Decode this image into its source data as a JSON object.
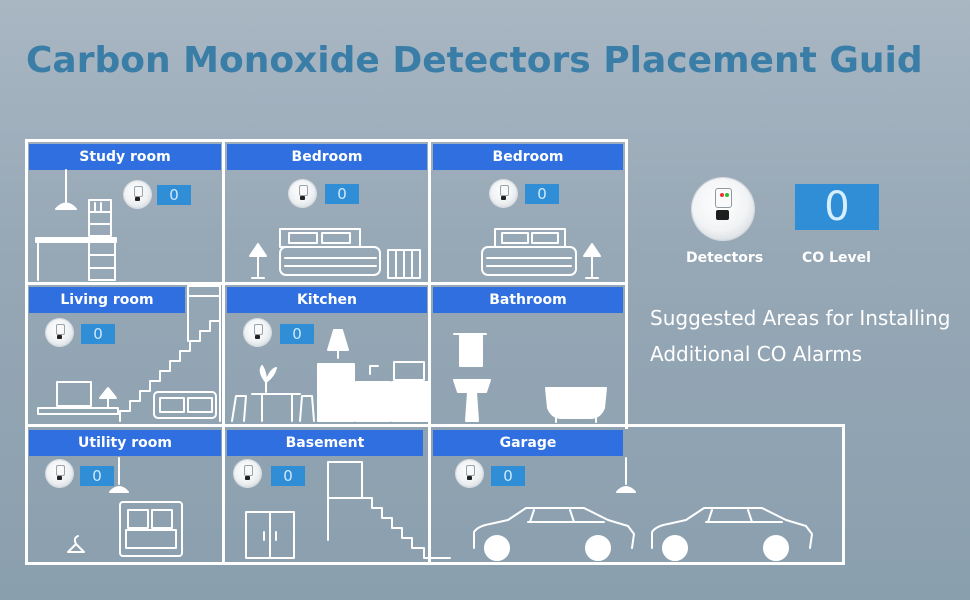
{
  "title": "Carbon Monoxide Detectors Placement Guid",
  "co_reading": "0",
  "rooms": {
    "study": {
      "name": "Study room"
    },
    "bedroom1": {
      "name": "Bedroom"
    },
    "bedroom2": {
      "name": "Bedroom"
    },
    "living": {
      "name": "Living room"
    },
    "kitchen": {
      "name": "Kitchen"
    },
    "bathroom": {
      "name": "Bathroom"
    },
    "utility": {
      "name": "Utility room"
    },
    "basement": {
      "name": "Basement"
    },
    "garage": {
      "name": "Garage"
    }
  },
  "legend": {
    "detectors_label": "Detectors",
    "co_level_label": "CO Level",
    "co_level_value": "0"
  },
  "suggestion": {
    "line1": "Suggested Areas for Installing",
    "line2": "Additional CO Alarms"
  },
  "colors": {
    "header_blue": "#2f6fe0",
    "co_box_blue": "#2f8ed6",
    "title_blue": "#3a7da6"
  },
  "icons": [
    "co-detector-icon",
    "desk-icon",
    "bed-icon",
    "sofa-icon",
    "staircase-icon",
    "sink-icon",
    "bathtub-icon",
    "car-icon",
    "cabinet-icon",
    "lamp-icon"
  ]
}
